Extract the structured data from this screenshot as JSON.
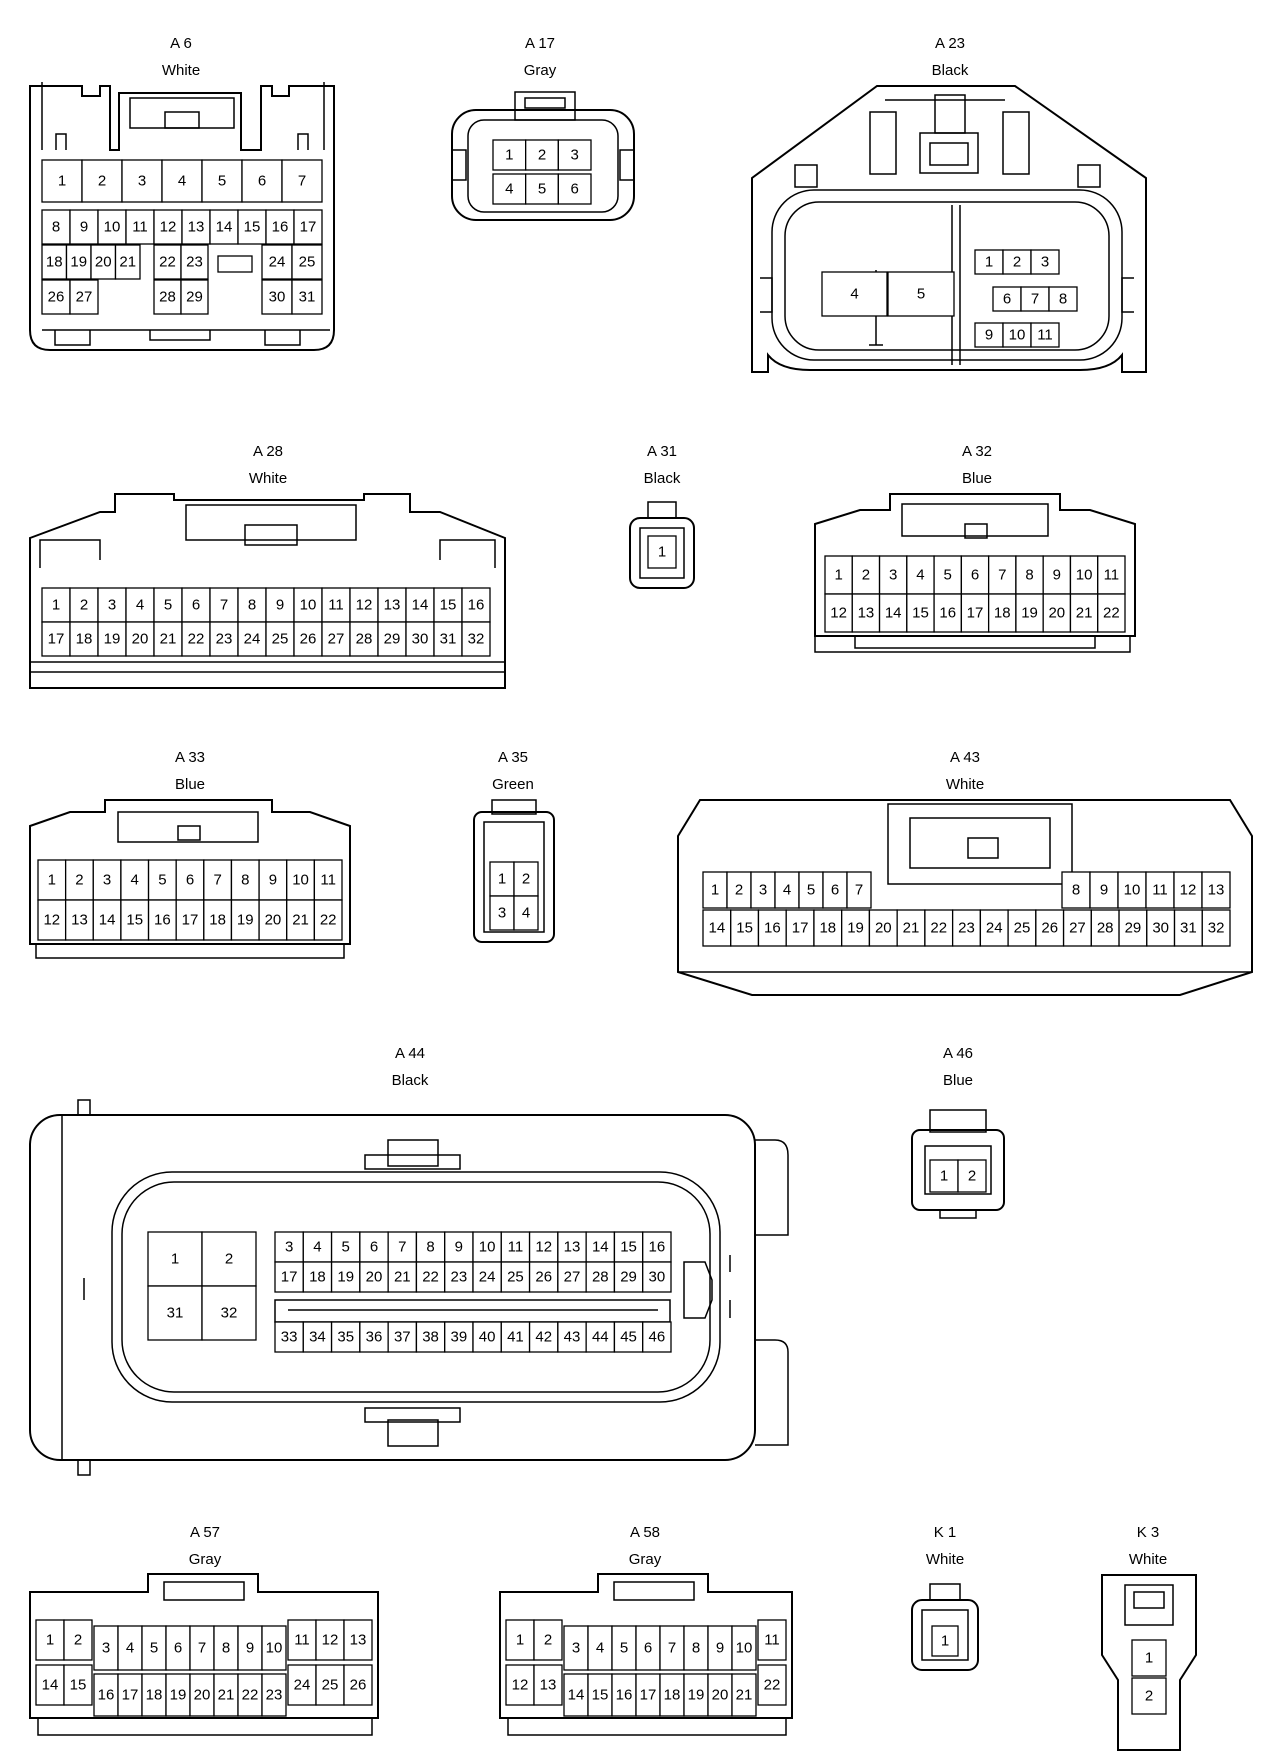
{
  "connectors": [
    {
      "id": "A 6",
      "color": "White",
      "pin_count": 31
    },
    {
      "id": "A 17",
      "color": "Gray",
      "pin_count": 6
    },
    {
      "id": "A 23",
      "color": "Black",
      "pin_count": 11
    },
    {
      "id": "A 28",
      "color": "White",
      "pin_count": 32
    },
    {
      "id": "A 31",
      "color": "Black",
      "pin_count": 1
    },
    {
      "id": "A 32",
      "color": "Blue",
      "pin_count": 22
    },
    {
      "id": "A 33",
      "color": "Blue",
      "pin_count": 22
    },
    {
      "id": "A 35",
      "color": "Green",
      "pin_count": 4
    },
    {
      "id": "A 43",
      "color": "White",
      "pin_count": 32
    },
    {
      "id": "A 44",
      "color": "Black",
      "pin_count": 46
    },
    {
      "id": "A 46",
      "color": "Blue",
      "pin_count": 2
    },
    {
      "id": "A 57",
      "color": "Gray",
      "pin_count": 26
    },
    {
      "id": "A 58",
      "color": "Gray",
      "pin_count": 22
    },
    {
      "id": "K 1",
      "color": "White",
      "pin_count": 1
    },
    {
      "id": "K 3",
      "color": "White",
      "pin_count": 2
    }
  ]
}
